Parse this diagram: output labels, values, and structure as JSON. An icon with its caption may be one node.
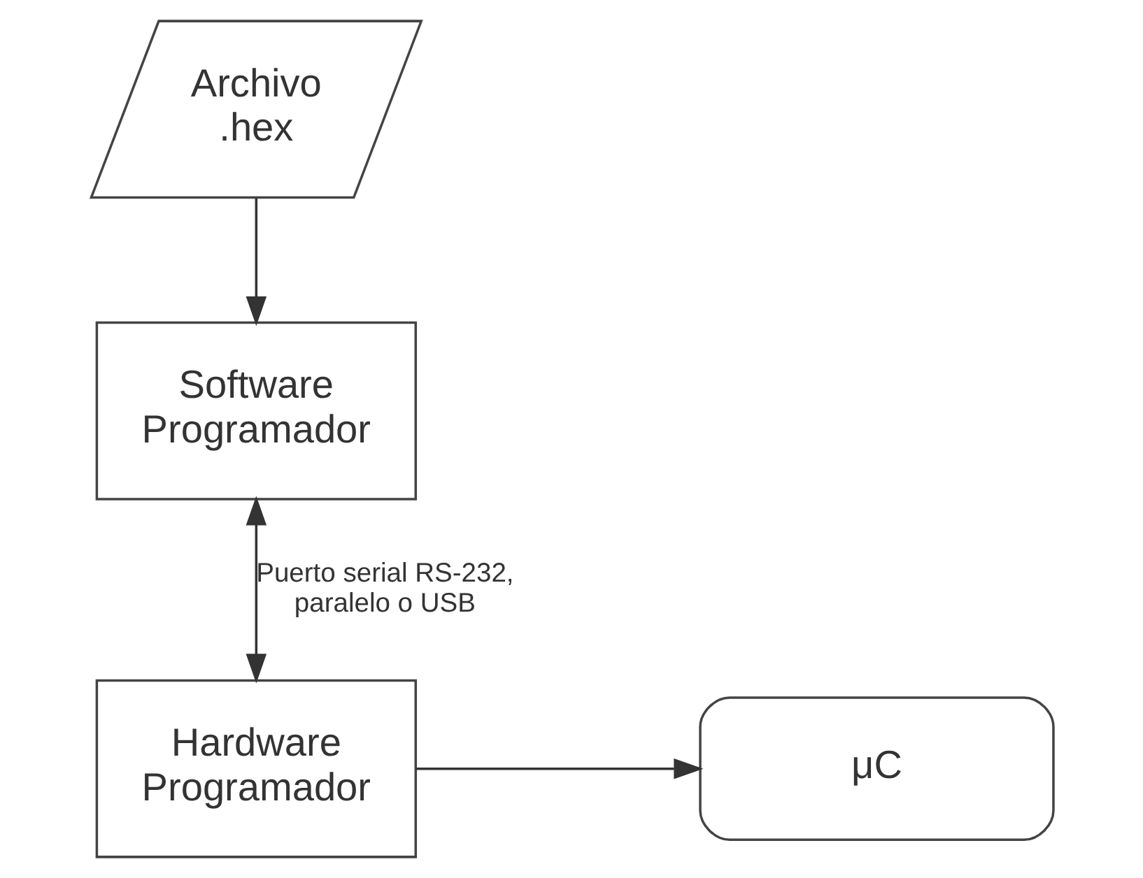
{
  "diagram": {
    "nodes": [
      {
        "text": [
          "Archivo .hex"
        ]
      },
      {
        "text": [
          "Software Programador"
        ]
      },
      {
        "text": [
          "Hardware Programador"
        ]
      },
      {
        "text": [
          "μC"
        ]
      }
    ],
    "edges": [
      {
        "from": 0,
        "to": 1,
        "arrow": "to"
      },
      {
        "from": 1,
        "to": 2,
        "arrow": "both",
        "label": "Puerto serial RS-232, paralelo o USB"
      },
      {
        "from": 2,
        "to": 3,
        "arrow": "to"
      }
    ]
  }
}
